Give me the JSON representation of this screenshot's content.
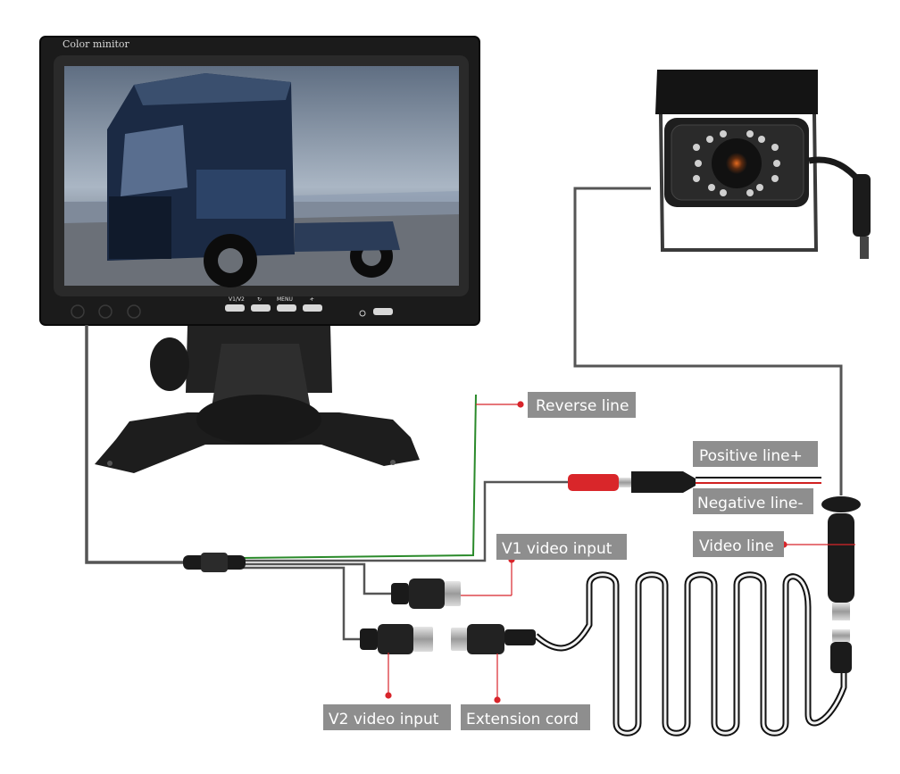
{
  "monitor": {
    "brand_text": "Color minitor",
    "button_labels": [
      "V1/V2",
      "↻",
      "MENU",
      "-",
      "+"
    ]
  },
  "labels": {
    "reverse_line": "Reverse line",
    "positive_line": "Positive line+",
    "negative_line": "Negative line-",
    "video_line": "Video line",
    "v1_video_input": "V1 video input",
    "v2_video_input": "V2 video input",
    "extension_cord": "Extension cord"
  },
  "colors": {
    "label_bg": "#8e8e8e",
    "marker_red": "#d8252b",
    "wire_gray": "#555555",
    "wire_green": "#2a8a2a",
    "wire_red": "#d12020",
    "cable_black": "#111111",
    "connector_red": "#d9262a"
  }
}
